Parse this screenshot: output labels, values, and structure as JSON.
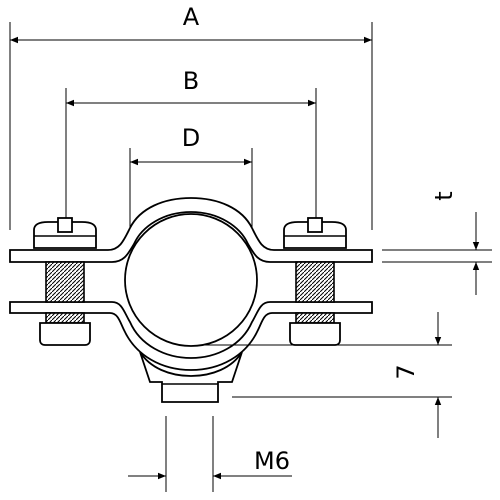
{
  "labels": {
    "a": "A",
    "b": "B",
    "d": "D",
    "t": "t",
    "seven": "7",
    "m6": "M6"
  },
  "colors": {
    "line": "#000000",
    "background": "#ffffff"
  }
}
